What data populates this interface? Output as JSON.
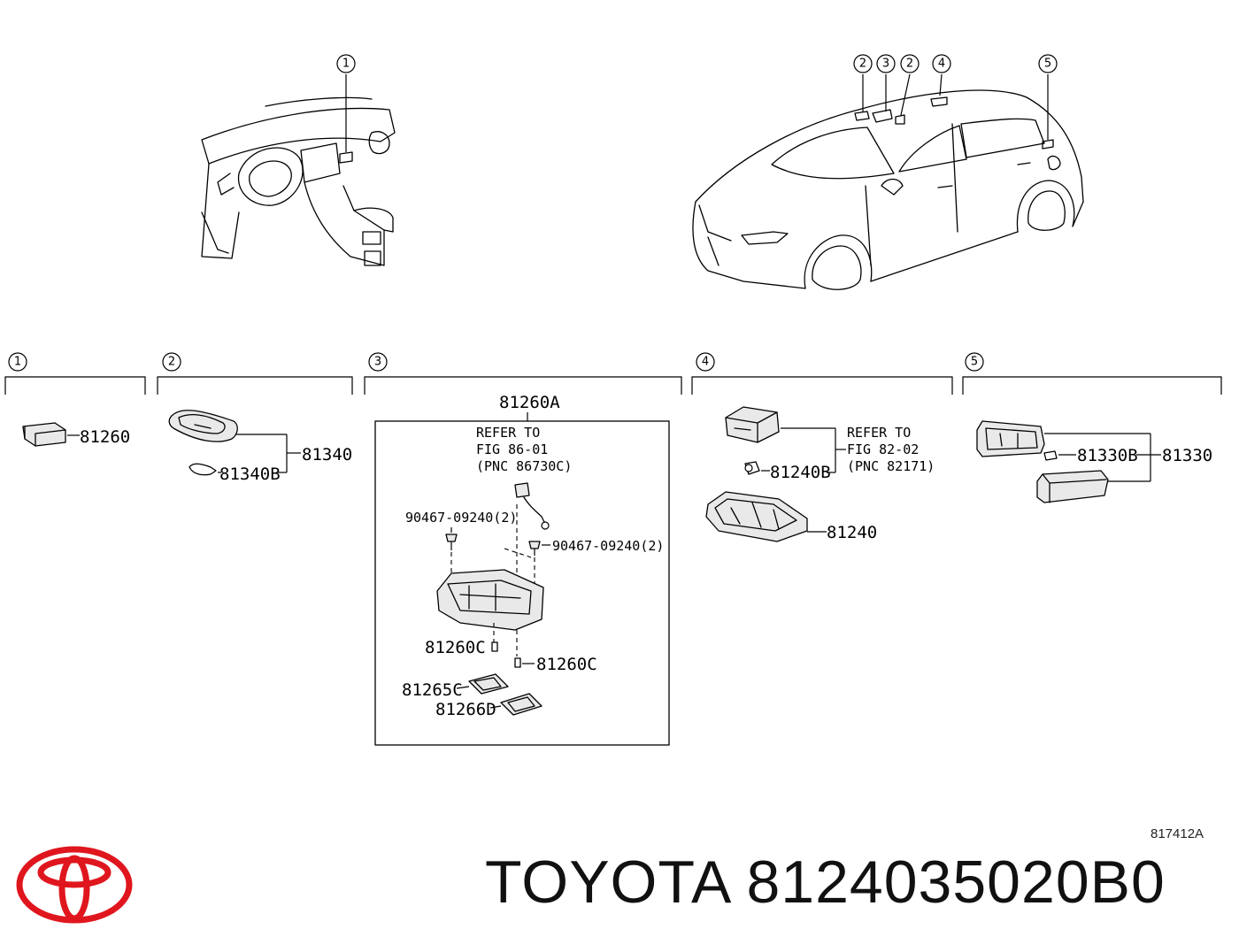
{
  "figure_code": "817412A",
  "brand": {
    "name": "TOYOTA",
    "part_number": "8124035020B0",
    "logo_color": "#e0161e"
  },
  "overview_callouts": [
    "1",
    "2",
    "3",
    "2",
    "4",
    "5"
  ],
  "sections": [
    {
      "index": "1",
      "parts": [
        "81260"
      ]
    },
    {
      "index": "2",
      "parts": [
        "81340",
        "81340B"
      ]
    },
    {
      "index": "3",
      "assembly": "81260A",
      "refer": [
        "REFER TO",
        "FIG 86-01",
        "(PNC 86730C)"
      ],
      "parts": [
        "90467-09240(2)",
        "90467-09240(2)",
        "81260C",
        "81260C",
        "81265C",
        "81266D"
      ]
    },
    {
      "index": "4",
      "refer": [
        "REFER TO",
        "FIG 82-02",
        "(PNC 82171)"
      ],
      "parts": [
        "81240B",
        "81240"
      ]
    },
    {
      "index": "5",
      "parts": [
        "81330B",
        "81330"
      ]
    }
  ]
}
